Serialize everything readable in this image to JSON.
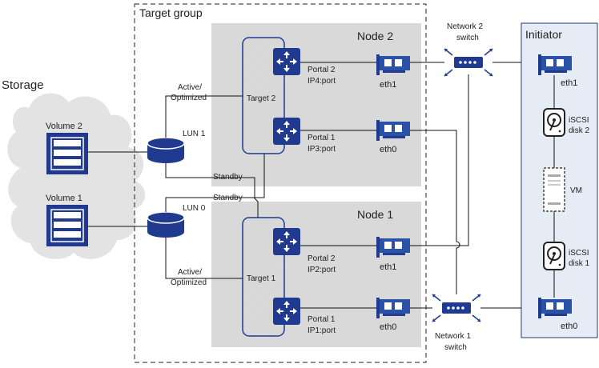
{
  "diagram": {
    "storage_label": "Storage",
    "target_group_label": "Target group",
    "initiator_label": "Initiator",
    "node2": {
      "title": "Node 2",
      "target_label": "Target 2",
      "portal2_line1": "Portal 2",
      "portal2_line2": "IP4:port",
      "portal1_line1": "Portal 1",
      "portal1_line2": "IP3:port",
      "eth_top": "eth1",
      "eth_bottom": "eth0"
    },
    "node1": {
      "title": "Node 1",
      "target_label": "Target 1",
      "portal2_line1": "Portal 2",
      "portal2_line2": "IP2:port",
      "portal1_line1": "Portal 1",
      "portal1_line2": "IP1:port",
      "eth_top": "eth1",
      "eth_bottom": "eth0"
    },
    "volume2": "Volume 2",
    "volume1": "Volume 1",
    "lun1": "LUN 1",
    "lun0": "LUN 0",
    "active_optimized_top_1": "Active/",
    "active_optimized_top_2": "Optimized",
    "active_optimized_bottom_1": "Active/",
    "active_optimized_bottom_2": "Optimized",
    "standby_1": "Standby",
    "standby_2": "Standby",
    "network2_line1": "Network 2",
    "network2_line2": "switch",
    "network1_line1": "Network 1",
    "network1_line2": "switch",
    "initiator_eth_top": "eth1",
    "initiator_eth_bottom": "eth0",
    "iscsi_disk2_line1": "iSCSI",
    "iscsi_disk2_line2": "disk 2",
    "iscsi_disk1_line1": "iSCSI",
    "iscsi_disk1_line2": "disk 1",
    "vm_label": "VM"
  },
  "colors": {
    "node_fill": "#d9d9d9",
    "initiator_fill": "#e6ecf5",
    "initiator_border": "#1f3b73",
    "icon_blue": "#1f3a8f",
    "nic_blue": "#2b52a8",
    "cloud_fill": "#e3e3e3",
    "target_hatch": "#cfcfcf"
  },
  "icons": [
    "router-icon",
    "nic-card-icon",
    "network-switch-icon",
    "disk-drive-icon",
    "storage-volume-icon",
    "lun-cylinder-icon",
    "vm-server-icon",
    "cloud-icon"
  ]
}
